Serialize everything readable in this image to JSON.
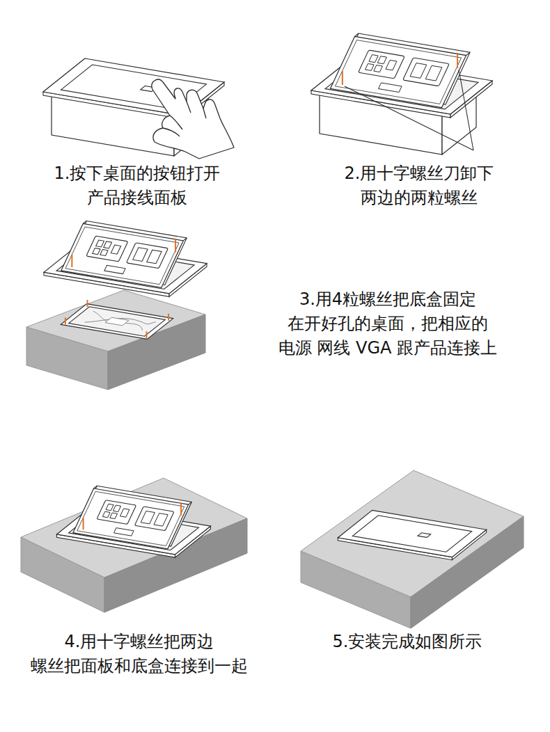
{
  "diagram": {
    "labels": [
      "1.按下桌面的按钮打开 产品接线面板",
      "2.用十字螺丝刀卸下 两边的两粒螺丝",
      "3.用4粒螺丝把底盒固定 在开好孔的桌面，把相应的 电源 网线 VGA 跟产品连接上",
      "4.用十字螺丝把两边 螺丝把面板和底盒连接到一起",
      "5.安装完成如图所示"
    ]
  }
}
